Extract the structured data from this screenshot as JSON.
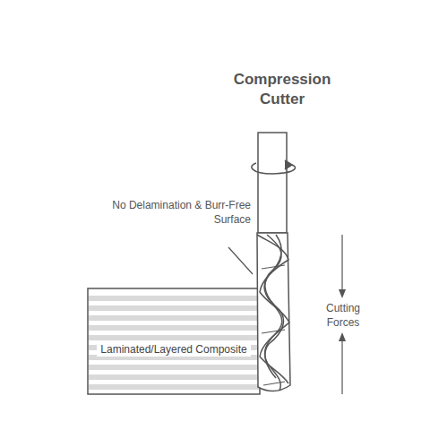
{
  "diagram": {
    "title": "Compression Cutter",
    "nodes": [
      {
        "text": [
          "Laminated/Layered Composite"
        ]
      }
    ],
    "labels": [
      "No Delamination & Burr-Free Surface",
      "Cutting Forces"
    ]
  }
}
